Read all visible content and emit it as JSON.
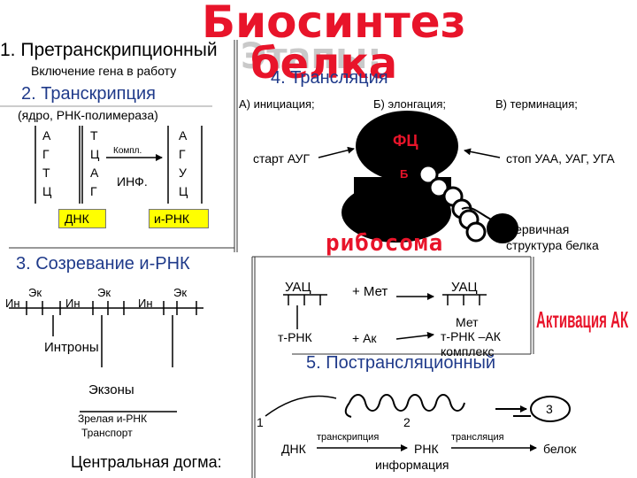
{
  "title": {
    "line1": "Биосинтез",
    "line2": "белка",
    "stages_word": "Этапы:"
  },
  "stage1": {
    "heading": "1. Претранскрипционный",
    "sub": "Включение гена в работу"
  },
  "stage2": {
    "heading": "2. Транскрипция",
    "sub": "(ядро, РНК-полимераза)",
    "dna_col1": [
      "А",
      "Г",
      "Т",
      "Ц"
    ],
    "dna_col2": [
      "Т",
      "Ц",
      "А",
      "Г"
    ],
    "rna_col": [
      "А",
      "Г",
      "У",
      "Ц"
    ],
    "compl": "Компл.",
    "inf": "ИНФ.",
    "dna_label": "ДНК",
    "rna_label": "и-РНК"
  },
  "stage3": {
    "heading": "3. Созревание и-РНК",
    "ek": "Эк",
    "in": "Ин",
    "introns": "Интроны",
    "exons": "Экзоны",
    "mature_line1": "Зрелая и-РНК",
    "mature_line2": "Транспорт"
  },
  "stage4": {
    "heading": "4. Трансляция",
    "a": "А) инициация;",
    "b": "Б) элонгация;",
    "c": "В) терминация;",
    "start": "старт АУГ",
    "stop": "стоп УАА, УАГ, УГА",
    "fc": "ФЦ",
    "b_site": "Б",
    "ribosome": "рибосома",
    "primary_line1": "Первичная",
    "primary_line2": "структура белка",
    "uac1": "УАЦ",
    "plus_met": "+ Мет",
    "uac2": "УАЦ",
    "met": "Мет",
    "trna": "т-РНК",
    "plus_ak": "+ Ак",
    "trna_ak": "т-РНК –АК",
    "complex": "комплекс",
    "activation": "Активация АК"
  },
  "stage5": {
    "heading": "5. Постранcляционный",
    "n1": "1",
    "n2": "2",
    "n3": "3"
  },
  "dogma": {
    "label": "Центральная догма:",
    "dna": "ДНК",
    "transcription": "транскрипция",
    "rna": "РНК",
    "information": "информация",
    "translation": "трансляция",
    "protein": "белок"
  },
  "colors": {
    "title": "#000000",
    "heading_blue": "#1f3a8a",
    "red": "#e8142a",
    "highlight": "#ffff00",
    "ribosome": "#000000"
  }
}
